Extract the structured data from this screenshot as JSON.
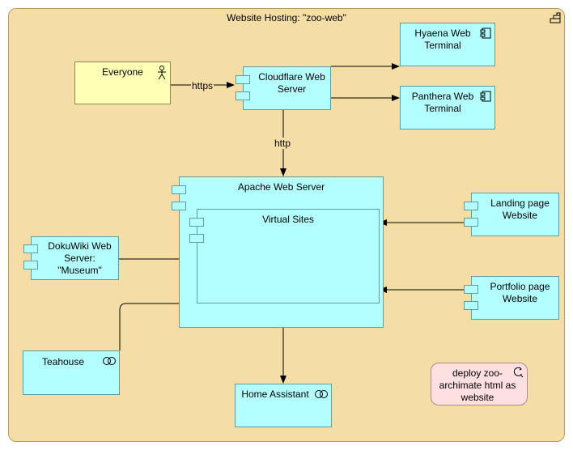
{
  "group": {
    "label": "Website Hosting: \"zoo-web\"",
    "icon": "grouping-icon"
  },
  "nodes": {
    "everyone": {
      "label": "Everyone",
      "icon": "actor-icon"
    },
    "cloudflare": {
      "label": "Cloudflare Web Server"
    },
    "hyaena": {
      "label": "Hyaena Web Terminal",
      "icon": "component-icon"
    },
    "panthera": {
      "label": "Panthera Web Terminal",
      "icon": "component-icon"
    },
    "apache": {
      "label": "Apache Web Server"
    },
    "virtual_sites": {
      "label": "Virtual Sites"
    },
    "landing": {
      "label": "Landing page Website"
    },
    "portfolio": {
      "label": "Portfolio page Website"
    },
    "dokuwiki": {
      "label": "DokuWiki Web Server: \"Museum\""
    },
    "teahouse": {
      "label": "Teahouse",
      "icon": "service-icon"
    },
    "home_assistant": {
      "label": "Home Assistant",
      "icon": "service-icon"
    },
    "deploy": {
      "label": "deploy zoo-archimate html as website",
      "icon": "goal-icon"
    }
  },
  "edges": {
    "https": "https",
    "http": "http"
  },
  "colors": {
    "group_fill": "#f5dda6",
    "component_fill": "#b3ffff",
    "actor_fill": "#ffffb5",
    "motivation_fill": "#ffe0e0"
  }
}
